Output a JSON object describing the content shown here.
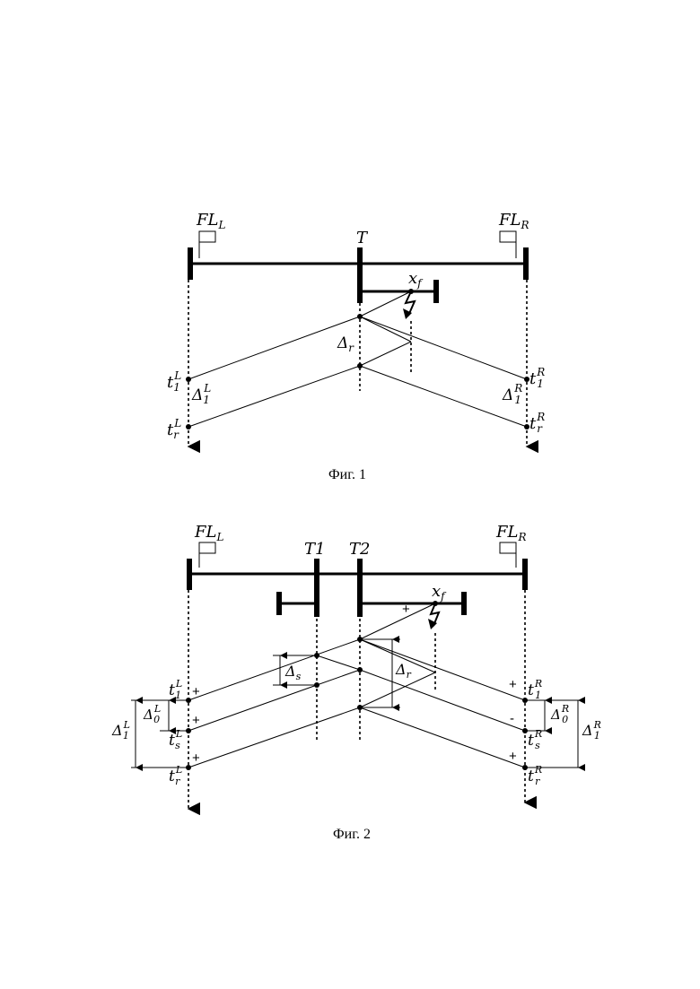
{
  "figure1": {
    "caption": "Фиг. 1",
    "locator_left": {
      "base": "FL",
      "sub": "L"
    },
    "locator_right": {
      "base": "FL",
      "sub": "R"
    },
    "tap": "T",
    "fault": {
      "base": "x",
      "sub": "f"
    },
    "delta_r": {
      "base": "Δ",
      "sub": "r"
    },
    "t1L": {
      "base": "t",
      "sub": "1",
      "sup": "L"
    },
    "trL": {
      "base": "t",
      "sub": "r",
      "sup": "L"
    },
    "t1R": {
      "base": "t",
      "sub": "1",
      "sup": "R"
    },
    "trR": {
      "base": "t",
      "sub": "r",
      "sup": "R"
    },
    "delta1L": {
      "base": "Δ",
      "sub": "1",
      "sup": "L"
    },
    "delta1R": {
      "base": "Δ",
      "sub": "1",
      "sup": "R"
    }
  },
  "figure2": {
    "caption": "Фиг. 2",
    "locator_left": {
      "base": "FL",
      "sub": "L"
    },
    "locator_right": {
      "base": "FL",
      "sub": "R"
    },
    "tap1": "T1",
    "tap2": "T2",
    "fault": {
      "base": "x",
      "sub": "f"
    },
    "delta_s": {
      "base": "Δ",
      "sub": "s"
    },
    "delta_r": {
      "base": "Δ",
      "sub": "r"
    },
    "t1L": {
      "base": "t",
      "sub": "1",
      "sup": "L"
    },
    "tsL": {
      "base": "t",
      "sub": "s",
      "sup": "L"
    },
    "trL": {
      "base": "t",
      "sub": "r",
      "sup": "L"
    },
    "t1R": {
      "base": "t",
      "sub": "1",
      "sup": "R"
    },
    "tsR": {
      "base": "t",
      "sub": "s",
      "sup": "R"
    },
    "trR": {
      "base": "t",
      "sub": "r",
      "sup": "R"
    },
    "delta0L": {
      "base": "Δ",
      "sub": "0",
      "sup": "L"
    },
    "delta1L": {
      "base": "Δ",
      "sub": "1",
      "sup": "L"
    },
    "delta0R": {
      "base": "Δ",
      "sub": "0",
      "sup": "R"
    },
    "delta1R": {
      "base": "Δ",
      "sub": "1",
      "sup": "R"
    },
    "signs": {
      "fault_plus": "+",
      "t1L_plus": "+",
      "tsL_plus": "+",
      "trL_plus": "+",
      "t1R_plus": "+",
      "tsR_minus": "-",
      "trR_plus": "+"
    }
  }
}
